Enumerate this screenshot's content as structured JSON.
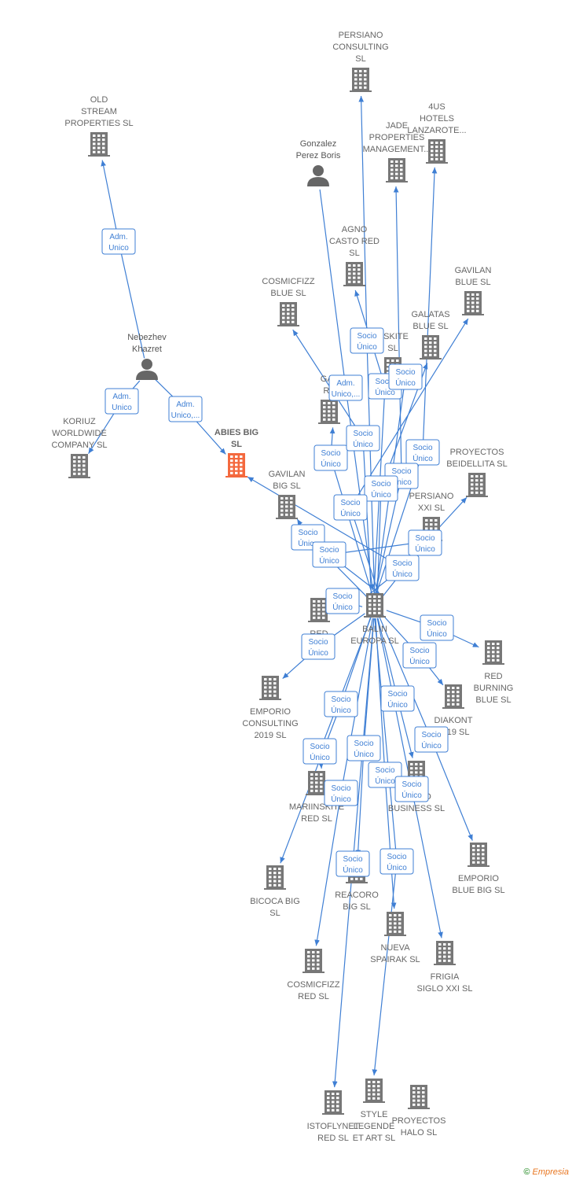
{
  "footer": {
    "copyright_symbol": "©",
    "brand": "Empresia"
  },
  "colors": {
    "edge": "#3f7fd4",
    "company": "#777777",
    "focus": "#f4693e",
    "person": "#666666"
  },
  "nodes": [
    {
      "id": "persiano_consulting",
      "type": "company",
      "label": [
        "PERSIANO",
        "CONSULTING",
        "SL"
      ]
    },
    {
      "id": "old_stream",
      "type": "company",
      "label": [
        "OLD",
        "STREAM",
        "PROPERTIES SL"
      ]
    },
    {
      "id": "fourus_hotels",
      "type": "company",
      "label": [
        "4US",
        "HOTELS",
        "LANZAROTE..."
      ]
    },
    {
      "id": "jade_properties",
      "type": "company",
      "label": [
        "JADE",
        "PROPERTIES",
        "MANAGEMENT..."
      ]
    },
    {
      "id": "gonzalez_perez",
      "type": "person",
      "label": [
        "Gonzalez",
        "Perez Boris"
      ]
    },
    {
      "id": "agno_casto",
      "type": "company",
      "label": [
        "AGNO",
        "CASTO RED",
        "SL"
      ]
    },
    {
      "id": "cosmicfizz_blue",
      "type": "company",
      "label": [
        "COSMICFIZZ",
        "BLUE  SL"
      ]
    },
    {
      "id": "gavilan_blue",
      "type": "company",
      "label": [
        "GAVILAN",
        "BLUE  SL"
      ]
    },
    {
      "id": "galatas_blue",
      "type": "company",
      "label": [
        "GALATAS",
        "BLUE  SL"
      ]
    },
    {
      "id": "nskite",
      "type": "company",
      "label": [
        "NSKITE",
        "SL"
      ]
    },
    {
      "id": "nebezhev",
      "type": "person",
      "label": [
        "Nebezhev",
        "Khazret"
      ]
    },
    {
      "id": "gav_re",
      "type": "company",
      "label": [
        "GAV",
        "RE"
      ]
    },
    {
      "id": "koriuz",
      "type": "company",
      "label": [
        "KORIUZ",
        "WORLDWIDE",
        "COMPANY  SL"
      ]
    },
    {
      "id": "abies_big",
      "type": "focus",
      "label": [
        "ABIES BIG",
        "SL"
      ]
    },
    {
      "id": "proyectos_beidellita",
      "type": "company",
      "label": [
        "PROYECTOS",
        "BEIDELLITA  SL"
      ]
    },
    {
      "id": "gavilan_big",
      "type": "company",
      "label": [
        "GAVILAN",
        "BIG  SL"
      ]
    },
    {
      "id": "persiano_xxi",
      "type": "company",
      "label": [
        "PERSIANO",
        "XXI  SL"
      ]
    },
    {
      "id": "balin_europa",
      "type": "company",
      "label": [
        "BALIN",
        "EUROPA  SL"
      ]
    },
    {
      "id": "red_b",
      "type": "company",
      "label": [
        "RED",
        "B..."
      ]
    },
    {
      "id": "red_burning_blue",
      "type": "company",
      "label": [
        "RED",
        "BURNING",
        "BLUE  SL"
      ]
    },
    {
      "id": "emporio_consulting",
      "type": "company",
      "label": [
        "EMPORIO",
        "CONSULTING",
        "2019  SL"
      ]
    },
    {
      "id": "diakont",
      "type": "company",
      "label": [
        "DIAKONT",
        "2019  SL"
      ]
    },
    {
      "id": "mariinskite_red",
      "type": "company",
      "label": [
        "MARIINSKITE",
        "RED  SL"
      ]
    },
    {
      "id": "casto_business",
      "type": "company",
      "label": [
        "CASTO",
        "BUSINESS  SL"
      ]
    },
    {
      "id": "emporio_blue_big",
      "type": "company",
      "label": [
        "EMPORIO",
        "BLUE BIG  SL"
      ]
    },
    {
      "id": "bicoca_big",
      "type": "company",
      "label": [
        "BICOCA BIG",
        "SL"
      ]
    },
    {
      "id": "reacoro_big",
      "type": "company",
      "label": [
        "REACORO",
        "BIG  SL"
      ]
    },
    {
      "id": "nueva_spairak",
      "type": "company",
      "label": [
        "NUEVA",
        "SPAIRAK  SL"
      ]
    },
    {
      "id": "frigia_siglo",
      "type": "company",
      "label": [
        "FRIGIA",
        "SIGLO XXI  SL"
      ]
    },
    {
      "id": "cosmicfizz_red",
      "type": "company",
      "label": [
        "COSMICFIZZ",
        "RED  SL"
      ]
    },
    {
      "id": "istoflynet",
      "type": "company",
      "label": [
        "ISTOFLYNET",
        "RED  SL"
      ]
    },
    {
      "id": "style_legende",
      "type": "company",
      "label": [
        "STYLE",
        "LEGENDE",
        "ET ART  SL"
      ]
    },
    {
      "id": "proyectos_halo",
      "type": "company",
      "label": [
        "PROYECTOS",
        "HALO  SL"
      ]
    }
  ],
  "edge_labels": [
    [
      "Adm.",
      "Unico"
    ],
    [
      "Adm.",
      "Unico"
    ],
    [
      "Adm.",
      "Unico,..."
    ],
    [
      "Socio",
      "Único"
    ],
    [
      "Adm.",
      "Unico,..."
    ],
    [
      "Socio",
      "Único"
    ],
    [
      "Socio",
      "Único"
    ],
    [
      "Socio",
      "Único"
    ],
    [
      "Socio",
      "Único"
    ],
    [
      "Socio",
      "Único"
    ],
    [
      "Socio",
      "Único"
    ],
    [
      "Socio",
      "Único"
    ],
    [
      "Socio",
      "Único"
    ],
    [
      "Socio",
      "Único"
    ],
    [
      "Socio",
      "Único"
    ],
    [
      "Socio",
      "Único"
    ],
    [
      "Socio",
      "Único"
    ],
    [
      "Socio",
      "Único"
    ],
    [
      "Socio",
      "Único"
    ],
    [
      "Socio",
      "Único"
    ],
    [
      "Socio",
      "Único"
    ],
    [
      "Socio",
      "Único"
    ],
    [
      "Socio",
      "Único"
    ],
    [
      "Socio",
      "Único"
    ],
    [
      "Socio",
      "Único"
    ],
    [
      "Socio",
      "Único"
    ],
    [
      "Socio",
      "Único"
    ],
    [
      "Socio",
      "Único"
    ],
    [
      "Socio",
      "Único"
    ],
    [
      "Socio",
      "Único"
    ],
    [
      "Socio",
      "Único"
    ]
  ]
}
